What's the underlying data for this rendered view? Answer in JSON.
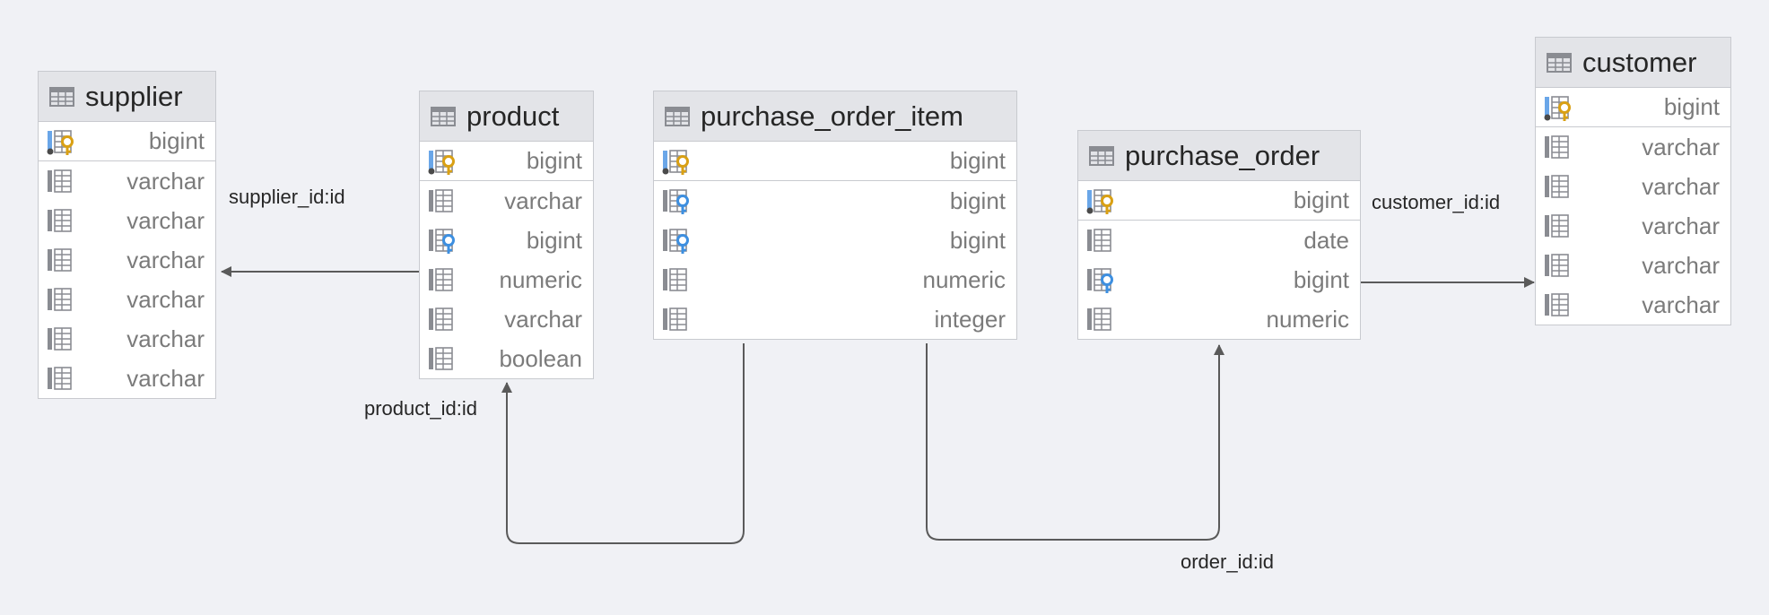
{
  "tables": {
    "supplier": {
      "name": "supplier",
      "columns": [
        {
          "type": "bigint",
          "icon": "primary-key-icon"
        },
        {
          "type": "varchar",
          "icon": "column-icon"
        },
        {
          "type": "varchar",
          "icon": "column-icon"
        },
        {
          "type": "varchar",
          "icon": "column-icon"
        },
        {
          "type": "varchar",
          "icon": "column-icon"
        },
        {
          "type": "varchar",
          "icon": "column-icon"
        },
        {
          "type": "varchar",
          "icon": "column-icon"
        }
      ]
    },
    "product": {
      "name": "product",
      "columns": [
        {
          "type": "bigint",
          "icon": "primary-key-icon"
        },
        {
          "type": "varchar",
          "icon": "column-icon"
        },
        {
          "type": "bigint",
          "icon": "foreign-key-icon"
        },
        {
          "type": "numeric",
          "icon": "column-icon"
        },
        {
          "type": "varchar",
          "icon": "column-icon"
        },
        {
          "type": "boolean",
          "icon": "column-icon"
        }
      ]
    },
    "purchase_order_item": {
      "name": "purchase_order_item",
      "columns": [
        {
          "type": "bigint",
          "icon": "primary-key-icon"
        },
        {
          "type": "bigint",
          "icon": "foreign-key-icon"
        },
        {
          "type": "bigint",
          "icon": "foreign-key-icon"
        },
        {
          "type": "numeric",
          "icon": "column-icon"
        },
        {
          "type": "integer",
          "icon": "column-icon"
        }
      ]
    },
    "purchase_order": {
      "name": "purchase_order",
      "columns": [
        {
          "type": "bigint",
          "icon": "primary-key-icon"
        },
        {
          "type": "date",
          "icon": "column-icon"
        },
        {
          "type": "bigint",
          "icon": "foreign-key-icon"
        },
        {
          "type": "numeric",
          "icon": "column-icon"
        }
      ]
    },
    "customer": {
      "name": "customer",
      "columns": [
        {
          "type": "bigint",
          "icon": "primary-key-icon"
        },
        {
          "type": "varchar",
          "icon": "column-icon"
        },
        {
          "type": "varchar",
          "icon": "column-icon"
        },
        {
          "type": "varchar",
          "icon": "column-icon"
        },
        {
          "type": "varchar",
          "icon": "column-icon"
        },
        {
          "type": "varchar",
          "icon": "column-icon"
        }
      ]
    }
  },
  "relations": {
    "supplier_fk": {
      "label": "supplier_id:id",
      "from": "product",
      "to": "supplier"
    },
    "product_fk": {
      "label": "product_id:id",
      "from": "purchase_order_item",
      "to": "product"
    },
    "order_fk": {
      "label": "order_id:id",
      "from": "purchase_order_item",
      "to": "purchase_order"
    },
    "customer_fk": {
      "label": "customer_id:id",
      "from": "purchase_order",
      "to": "customer"
    }
  },
  "colors": {
    "background": "#f0f1f5",
    "header": "#e3e4e8",
    "connector": "#5a5a5a",
    "primary_key": "#d9a014",
    "foreign_key": "#3d8fe0"
  }
}
